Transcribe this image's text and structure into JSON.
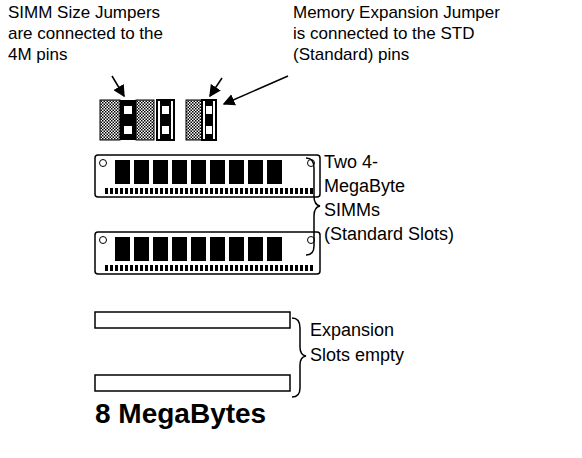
{
  "diagram": {
    "caption": "8 MegaBytes",
    "labels": [
      "SIMM Size Jumpers are connected to the 4M pins",
      "Memory Expansion Jumper is connected to the STD (Standard) pins",
      "Two 4-MegaByte SIMMs (Standard Slots)",
      "Expansion Slots empty"
    ]
  }
}
